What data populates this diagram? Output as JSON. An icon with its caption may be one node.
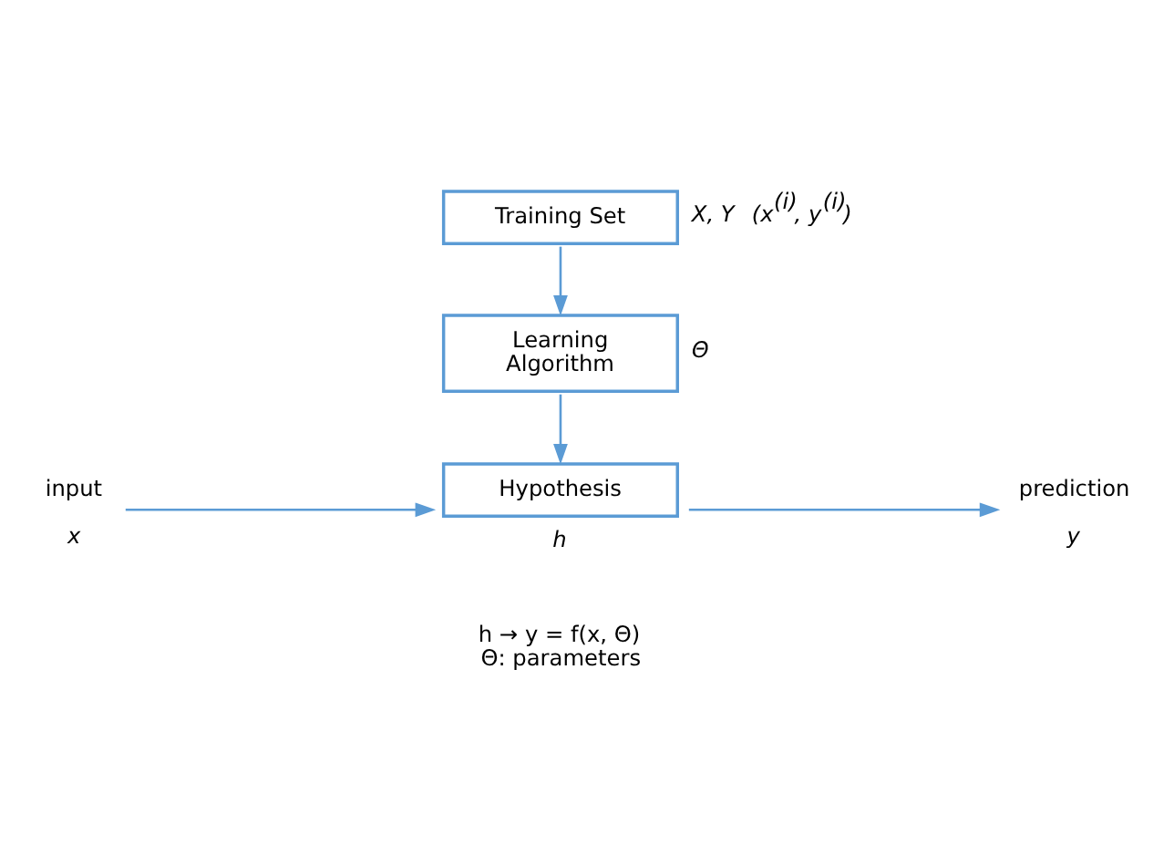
{
  "diagram": {
    "nodes": [
      {
        "text": [
          "Training Set"
        ],
        "beside": [
          "X, Y",
          "(x$^{(i)}$, y$^{(i)}$)"
        ]
      },
      {
        "text": [
          "Learning Algorithm"
        ],
        "beside": [
          "Θ"
        ]
      },
      {
        "text": [
          "input"
        ],
        "beside": [
          "x"
        ]
      },
      {
        "text": [
          "Hypothesis"
        ],
        "beside": [
          "h"
        ]
      },
      {
        "text": [
          "prediction"
        ],
        "beside": [
          "y"
        ]
      }
    ],
    "edges": [
      {
        "from": 0,
        "to": 1,
        "arrow": "to"
      },
      {
        "from": 1,
        "to": 3,
        "arrow": "to"
      },
      {
        "from": 2,
        "to": 3,
        "arrow": "to"
      },
      {
        "from": 3,
        "to": 4,
        "arrow": "to"
      }
    ],
    "labels": [
      "h → y = f(x, Θ)",
      "Θ: parameters"
    ]
  }
}
